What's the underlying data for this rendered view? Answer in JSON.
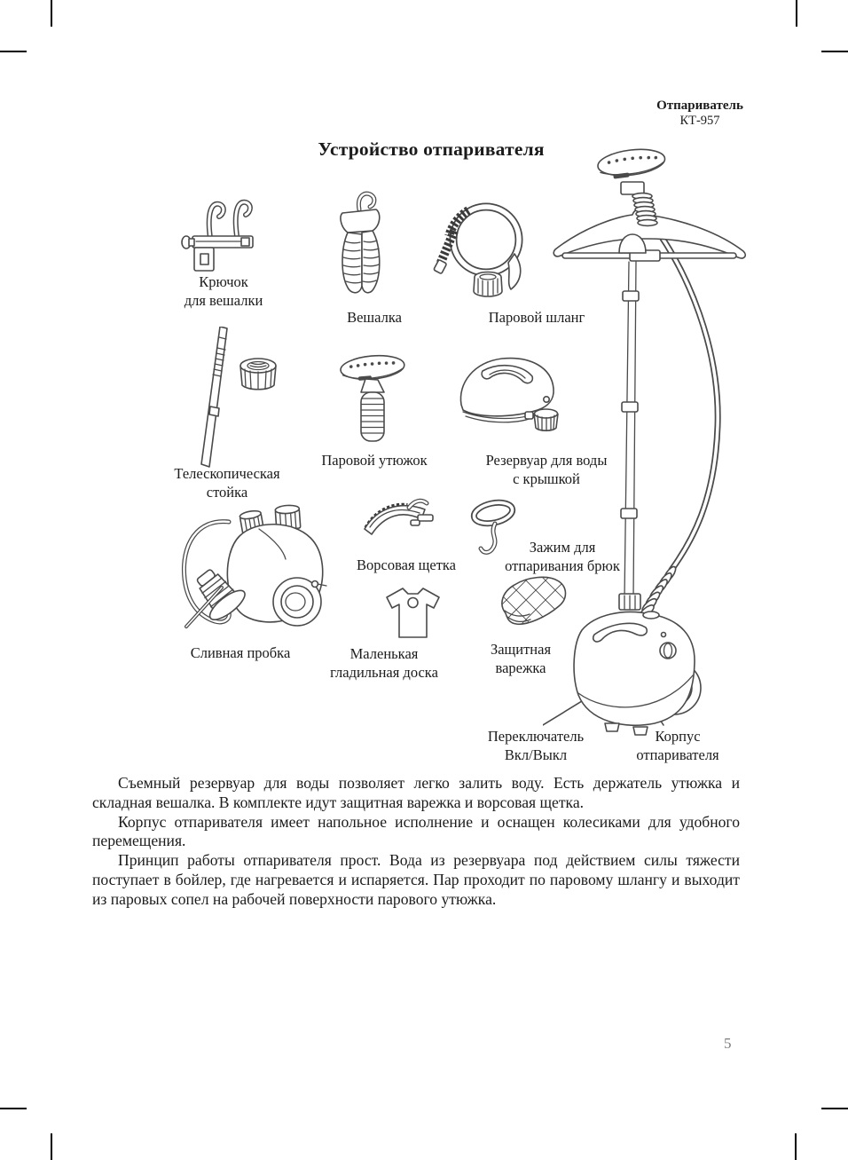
{
  "header": {
    "product": "Отпариватель",
    "model": "КТ-957"
  },
  "title": "Устройство отпаривателя",
  "parts": {
    "hook": {
      "label_lines": [
        "Крючок",
        "для вешалки"
      ]
    },
    "hanger": {
      "label_lines": [
        "Вешалка"
      ]
    },
    "hose": {
      "label_lines": [
        "Паровой шланг"
      ]
    },
    "pole": {
      "label_lines": [
        "Телескопическая",
        "стойка"
      ]
    },
    "iron": {
      "label_lines": [
        "Паровой утюжок"
      ]
    },
    "reservoir": {
      "label_lines": [
        "Резервуар для воды",
        "с крышкой"
      ]
    },
    "brush": {
      "label_lines": [
        "Ворсовая щетка"
      ]
    },
    "clip": {
      "label_lines": [
        "Зажим для",
        "отпаривания брюк"
      ]
    },
    "drain": {
      "label_lines": [
        "Сливная пробка"
      ]
    },
    "board": {
      "label_lines": [
        "Маленькая",
        "гладильная доска"
      ]
    },
    "mitten": {
      "label_lines": [
        "Защитная",
        "варежка"
      ]
    },
    "switch": {
      "label_lines": [
        "Переключатель",
        "Вкл/Выкл"
      ]
    },
    "body": {
      "label_lines": [
        "Корпус",
        "отпаривателя"
      ]
    }
  },
  "paragraphs": [
    "Съемный резервуар для воды позволяет легко залить воду. Есть держатель утюжка и складная вешалка. В комплекте идут защитная варежка и ворсовая щетка.",
    "Корпус отпаривателя имеет напольное исполнение и оснащен колесиками для удобного перемещения.",
    "Принцип работы отпаривателя прост. Вода из резервуара под действием силы тяжести поступает в бойлер, где нагревается и испаряется. Пар проходит по паровому шлангу и выходит из паровых сопел на рабочей поверхности парового утюжка."
  ],
  "page_number": "5",
  "colors": {
    "ink": "#1b1b1b",
    "line_art": "#4a4a4a",
    "page_number_gray": "#7a7a7a"
  }
}
